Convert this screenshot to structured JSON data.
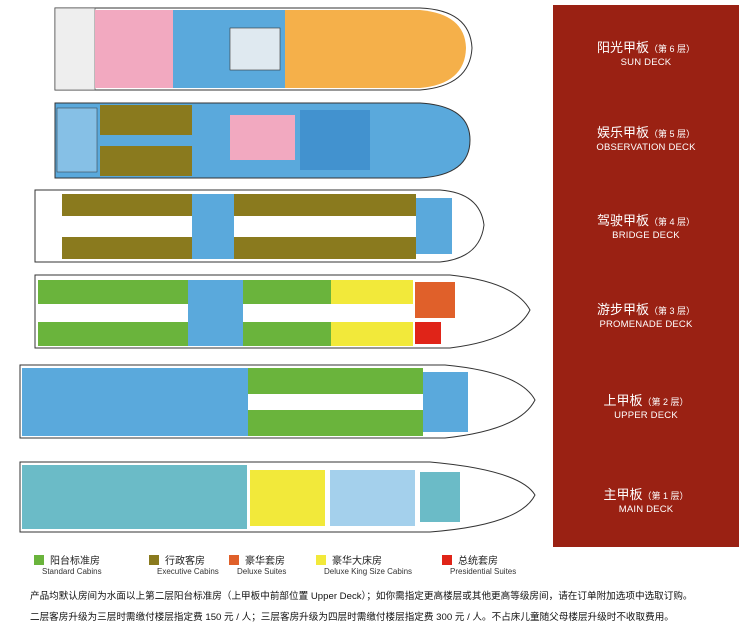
{
  "decks": [
    {
      "name_cn": "阳光甲板",
      "level": "（第 6 层）",
      "name_en": "SUN DECK"
    },
    {
      "name_cn": "娱乐甲板",
      "level": "（第 5 层）",
      "name_en": "OBSERVATION DECK"
    },
    {
      "name_cn": "驾驶甲板",
      "level": "（第 4 层）",
      "name_en": "BRIDGE DECK"
    },
    {
      "name_cn": "游步甲板",
      "level": "（第 3 层）",
      "name_en": "PROMENADE DECK"
    },
    {
      "name_cn": "上甲板",
      "level": "（第 2 层）",
      "name_en": "UPPER DECK"
    },
    {
      "name_cn": "主甲板",
      "level": "（第 1 层）",
      "name_en": "MAIN DECK"
    }
  ],
  "legend": [
    {
      "cn": "阳台标准房",
      "en": "Standard Cabins",
      "color": "#6ab43c"
    },
    {
      "cn": "行政客房",
      "en": "Executive Cabins",
      "color": "#8a7a1e"
    },
    {
      "cn": "豪华套房",
      "en": "Deluxe Suites",
      "color": "#e0602a"
    },
    {
      "cn": "豪华大床房",
      "en": "Deluxe King Size Cabins",
      "color": "#f2e93a"
    },
    {
      "cn": "总统套房",
      "en": "Presidential Suites",
      "color": "#e02418"
    }
  ],
  "notes": {
    "line1": "产品均默认房间为水面以上第二层阳台标准房（上甲板中前部位置 Upper Deck）；如你需指定更高楼层或其他更高等级房间，请在订单附加选项中选取订购。",
    "line2": "二层客房升级为三层时需缴付楼层指定费 150 元 / 人；三层客房升级为四层时需缴付楼层指定费 300 元 / 人。不占床儿童随父母楼层升级时不收取费用。"
  },
  "colors": {
    "panel": "#9a2113",
    "standard": "#6ab43c",
    "executive": "#8a7a1e",
    "deluxe_suite": "#e0602a",
    "deluxe_king": "#f2e93a",
    "presidential": "#e02418",
    "public_blue": "#5aa9dc",
    "sun_orange": "#f5b04a",
    "pink": "#f2a9c0",
    "main_teal": "#6bbbc7"
  }
}
